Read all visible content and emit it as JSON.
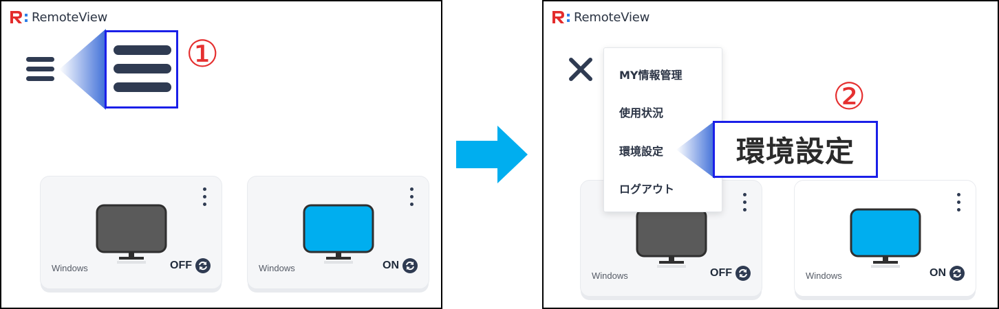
{
  "app": {
    "name": "RemoteView"
  },
  "colors": {
    "logo_red": "#e32c2c",
    "logo_blue": "#2f7fe8",
    "highlight_border": "#1a1fe8",
    "step_number": "#e53030",
    "arrow_blue": "#00aeef",
    "monitor_off": "#5a5a5a",
    "monitor_on": "#00aeef",
    "dark_ui": "#2f3b52"
  },
  "steps": {
    "step1": "①",
    "step2": "②"
  },
  "left_panel": {
    "menu_icon": "hamburger-icon",
    "cards": [
      {
        "os": "Windows",
        "status": "OFF",
        "state": "off"
      },
      {
        "os": "Windows",
        "status": "ON",
        "state": "on"
      }
    ]
  },
  "right_panel": {
    "close_icon": "close-icon",
    "menu_items": [
      "MY情報管理",
      "使用状況",
      "環境設定",
      "ログアウト"
    ],
    "zoom_label": "環境設定",
    "cards": [
      {
        "os": "Windows",
        "status": "OFF",
        "state": "off"
      },
      {
        "os": "Windows",
        "status": "ON",
        "state": "on"
      }
    ]
  }
}
